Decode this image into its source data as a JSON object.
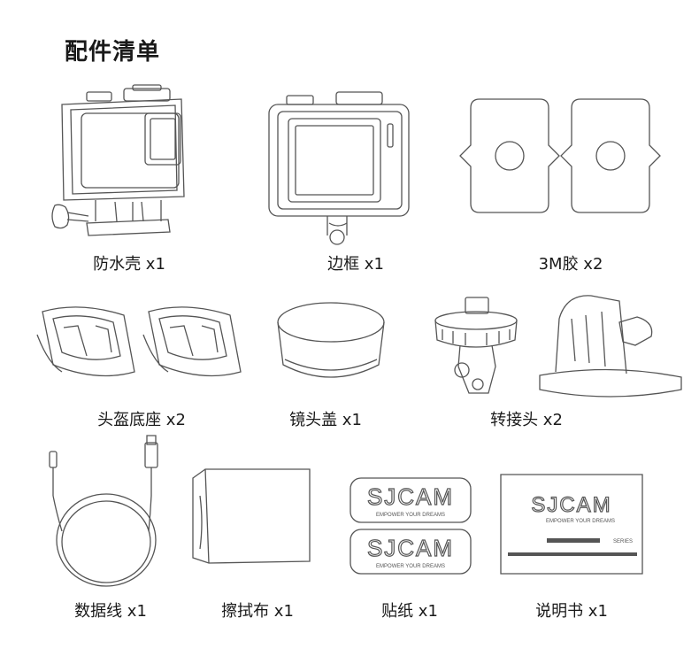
{
  "header": {
    "title": "配件清单"
  },
  "items": [
    {
      "label": "防水壳 x1",
      "icon": "waterproof-case-icon"
    },
    {
      "label": "边框 x1",
      "icon": "frame-icon"
    },
    {
      "label": "3M胶 x2",
      "icon": "3m-adhesive-icon"
    },
    {
      "label": "头盔底座 x2",
      "icon": "helmet-mount-icon"
    },
    {
      "label": "镜头盖 x1",
      "icon": "lens-cap-icon"
    },
    {
      "label": "转接头 x2",
      "icon": "adapter-icon"
    },
    {
      "label": "数据线 x1",
      "icon": "usb-cable-icon"
    },
    {
      "label": "擦拭布 x1",
      "icon": "cleaning-cloth-icon"
    },
    {
      "label": "贴纸 x1",
      "icon": "sticker-icon"
    },
    {
      "label": "说明书 x1",
      "icon": "manual-icon"
    }
  ],
  "sticker": {
    "brand": "SJCAM",
    "slogan": "EMPOWER YOUR DREAMS"
  },
  "manual": {
    "brand": "SJCAM",
    "slogan": "EMPOWER YOUR DREAMS",
    "series": "SERIES"
  }
}
